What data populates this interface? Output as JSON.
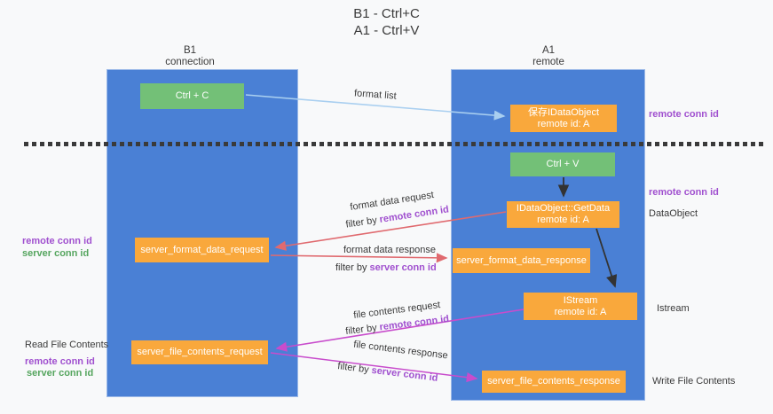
{
  "title": {
    "line1": "B1 - Ctrl+C",
    "line2": "A1 - Ctrl+V"
  },
  "columns": {
    "left": {
      "name": "B1",
      "subtitle": "connection"
    },
    "right": {
      "name": "A1",
      "subtitle": "remote"
    }
  },
  "boxes": {
    "ctrl_c": "Ctrl + C",
    "ctrl_v": "Ctrl + V",
    "save_dataobject": {
      "line1": "保存IDataObject",
      "line2": "remote id: A"
    },
    "getdata": {
      "line1": "IDataObject::GetData",
      "line2": "remote id: A"
    },
    "istream": {
      "line1": "IStream",
      "line2": "remote id: A"
    },
    "format_request": "server_format_data_request",
    "format_response": "server_format_data_response",
    "file_request": "server_file_contents_request",
    "file_response": "server_file_contents_response"
  },
  "arrow_labels": {
    "format_list": "format list",
    "format_data_request": "format data request",
    "format_data_response": "format data response",
    "file_contents_request": "file contents request",
    "file_contents_response": "file contents response",
    "filter_by": "filter by ",
    "remote_conn_id": "remote conn id",
    "server_conn_id": "server conn id"
  },
  "side_labels": {
    "remote_conn_id": "remote conn id",
    "server_conn_id": "server conn id",
    "dataobject": "DataObject",
    "istream": "Istream",
    "read_file_contents": "Read File Contents",
    "write_file_contents": "Write File Contents"
  },
  "colors": {
    "column_blue": "#4a80d5",
    "box_green": "#73c077",
    "box_orange": "#f9a83c",
    "arrow_lightblue": "#a9cff0",
    "arrow_red": "#e06a6f",
    "arrow_magenta": "#c84ccc",
    "arrow_black": "#333333",
    "text_purple": "#a050cf",
    "text_green": "#55a55e",
    "background": "#f8f9fa"
  }
}
